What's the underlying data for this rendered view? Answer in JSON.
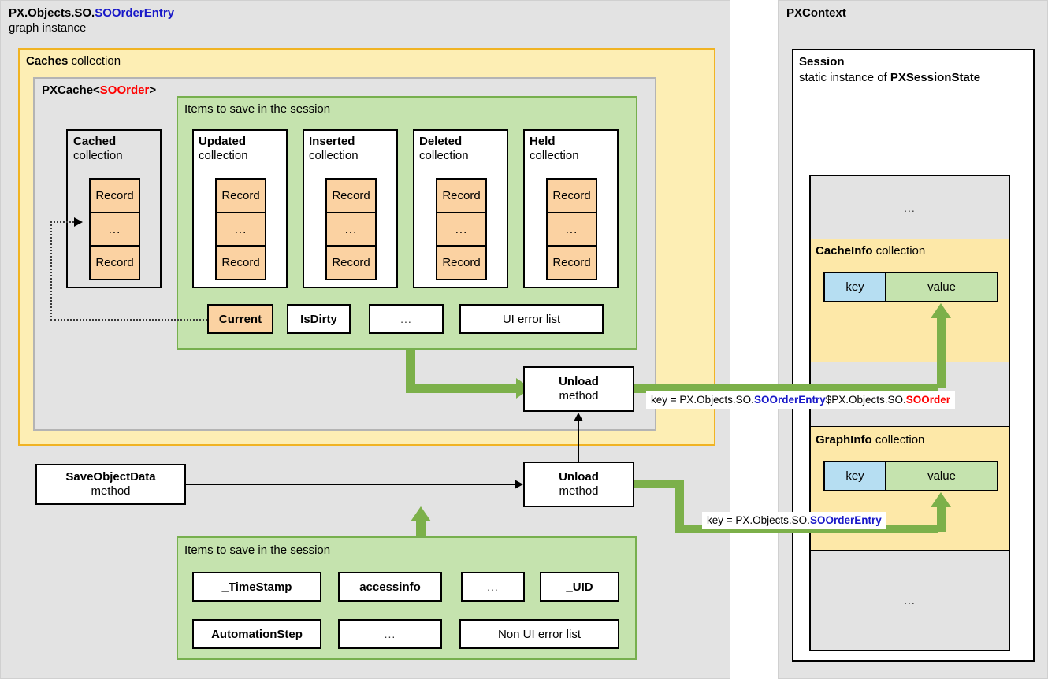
{
  "left_panel": {
    "title_prefix": "PX.Objects.SO.",
    "title_class": "SOOrderEntry",
    "subtitle": "graph instance",
    "caches": {
      "title_bold": "Caches",
      "title_rest": " collection",
      "pxcache": {
        "title_prefix": "PXCache<",
        "title_generic": "SOOrder",
        "title_suffix": ">",
        "cached": {
          "name": "Cached",
          "subtitle": "collection",
          "records": [
            "Record",
            "...",
            "Record"
          ]
        },
        "items_box": {
          "title": "Items to save in the session",
          "collections": [
            {
              "name": "Updated",
              "subtitle": "collection",
              "records": [
                "Record",
                "...",
                "Record"
              ]
            },
            {
              "name": "Inserted",
              "subtitle": "collection",
              "records": [
                "Record",
                "...",
                "Record"
              ]
            },
            {
              "name": "Deleted",
              "subtitle": "collection",
              "records": [
                "Record",
                "...",
                "Record"
              ]
            },
            {
              "name": "Held",
              "subtitle": "collection",
              "records": [
                "Record",
                "...",
                "Record"
              ]
            }
          ],
          "flags": [
            {
              "label": "Current",
              "style": "orange",
              "bold": true
            },
            {
              "label": "IsDirty",
              "style": "white",
              "bold": true
            },
            {
              "label": "...",
              "style": "white",
              "bold": false
            },
            {
              "label": "UI error list",
              "style": "white",
              "bold": false
            }
          ]
        }
      }
    },
    "cache_unload": {
      "name": "Unload",
      "subtitle": "method"
    },
    "save_object_data": {
      "name": "SaveObjectData",
      "subtitle": "method"
    },
    "graph_unload": {
      "name": "Unload",
      "subtitle": "method"
    },
    "graph_items_box": {
      "title": "Items to save in the session",
      "row1": [
        "_TimeStamp",
        "accessinfo",
        "...",
        "_UID"
      ],
      "row2": [
        "AutomationStep",
        "...",
        "Non UI error list"
      ]
    }
  },
  "right_panel": {
    "title": "PXContext",
    "session": {
      "name": "Session",
      "subtitle_prefix": "static instance of ",
      "subtitle_bold": "PXSessionState",
      "slot_top": "...",
      "cacheinfo": {
        "title_bold": "CacheInfo",
        "title_rest": " collection",
        "key_cell": "key",
        "value_cell": "value"
      },
      "slot_middle": "",
      "graphinfo": {
        "title_bold": "GraphInfo",
        "title_rest": " collection",
        "key_cell": "key",
        "value_cell": "value"
      },
      "slot_bottom": "..."
    }
  },
  "arrows": {
    "cache_key_label": {
      "prefix": "key = PX.Objects.SO.",
      "entry": "SOOrderEntry",
      "separator": "$PX.Objects.SO.",
      "dac": "SOOrder"
    },
    "graph_key_label": {
      "prefix": "key = PX.Objects.SO.",
      "entry": "SOOrderEntry"
    }
  },
  "colors": {
    "panel_gray": "#e3e3e3",
    "yellow_fill": "#fdeeb4",
    "yellow_border": "#f0b323",
    "green_fill": "#c5e3ae",
    "green_border": "#77af4e",
    "green_arrow": "#7cb04a",
    "orange_record": "#fbd2a2",
    "blue_key": "#b6def2",
    "class_blue": "#1818c8",
    "dac_red": "#ff0000"
  }
}
